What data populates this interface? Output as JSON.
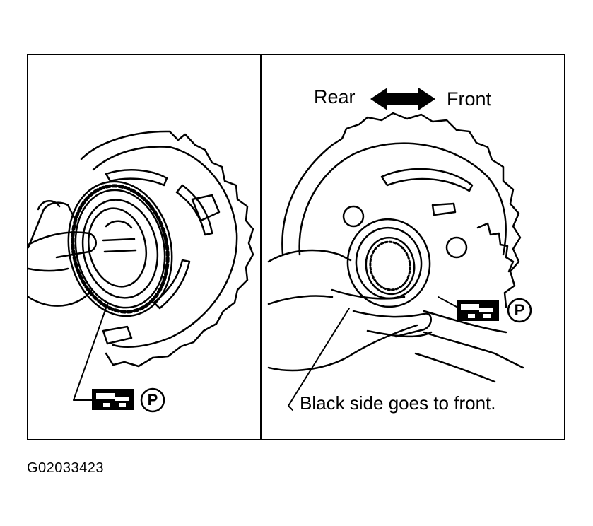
{
  "labels": {
    "rear": "Rear",
    "front": "Front",
    "caption": "Black side goes to front.",
    "p_symbol": "P"
  },
  "figure_id": "G02033423",
  "colors": {
    "ink": "#000000",
    "paper": "#ffffff"
  },
  "icons": [
    "petroleum-jelly-tool-icon",
    "double-arrow-icon",
    "hand-icon",
    "gear-drum-icon",
    "thrust-bearing-icon",
    "seal-ring-icon"
  ]
}
